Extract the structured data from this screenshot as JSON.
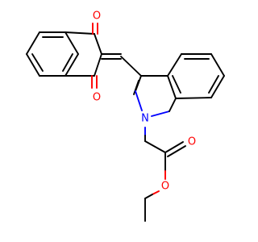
{
  "atoms": {
    "ketone_top_o": {
      "text": "O",
      "color": "#ff0000"
    },
    "ketone_bottom_o": {
      "text": "O",
      "color": "#ff0000"
    },
    "indole_n": {
      "text": "N",
      "color": "#0000ff"
    },
    "ester_carbonyl_o": {
      "text": "O",
      "color": "#ff0000"
    },
    "ester_ether_o": {
      "text": "O",
      "color": "#ff0000"
    }
  }
}
